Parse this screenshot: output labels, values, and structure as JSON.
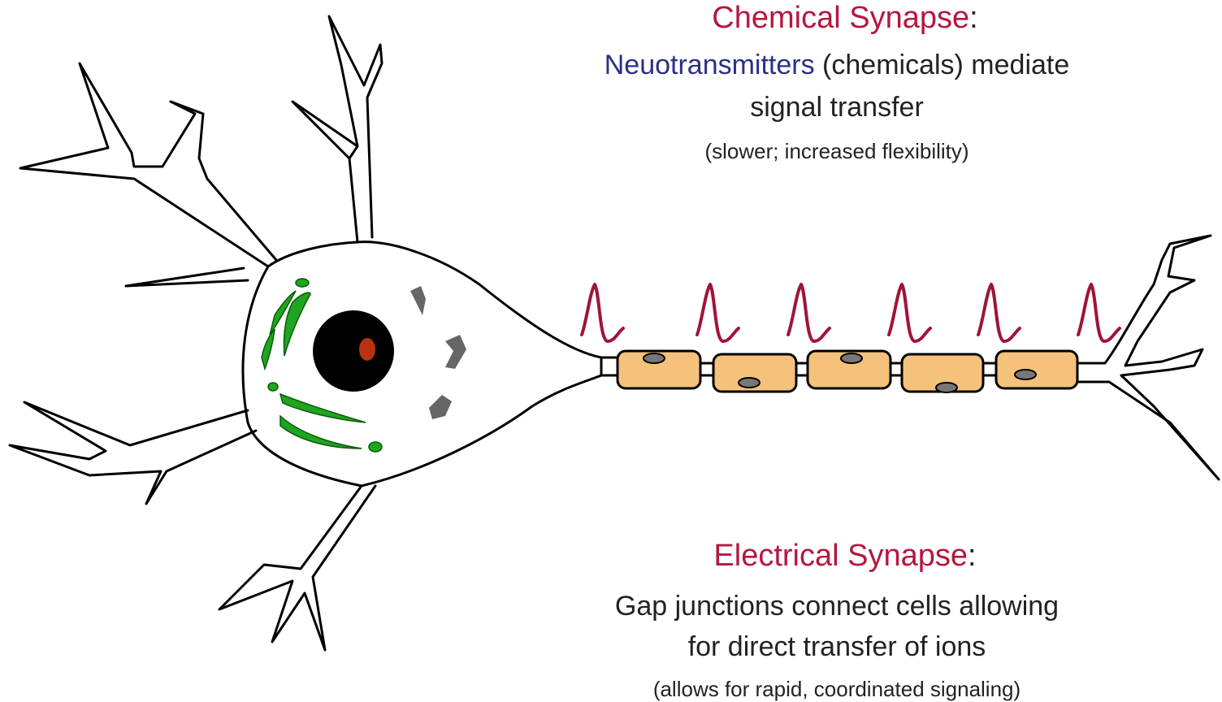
{
  "colors": {
    "outline": "#000000",
    "heading_red": "#b5173f",
    "highlight_blue": "#2b2f87",
    "body_text": "#222222",
    "myelin_fill": "#f4c27a",
    "organelle_green": "#1fa51f",
    "nucleus": "#000000",
    "nucleolus": "#b8320f",
    "organelle_gray": "#666666",
    "node_gray": "#777777",
    "action_potential": "#a01436"
  },
  "chemical": {
    "heading": "Chemical Synapse",
    "heading_colon": ":",
    "highlight": "Neuotransmitters",
    "line1_rest": " (chemicals) mediate",
    "line2": "signal transfer",
    "note": "(slower; increased flexibility)"
  },
  "electrical": {
    "heading": "Electrical Synapse",
    "heading_colon": ":",
    "line1": "Gap junctions connect cells allowing",
    "line2": "for direct transfer of ions",
    "note": "(allows for rapid, coordinated signaling)"
  }
}
